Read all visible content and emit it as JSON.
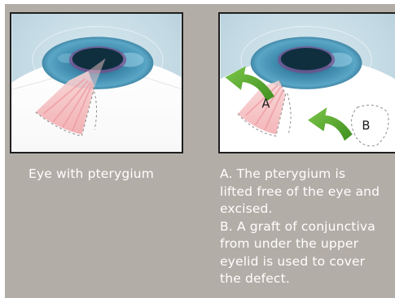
{
  "colors": {
    "background": "#b3ada7",
    "panel_border": "#1f1f1f",
    "iris": "#4a93b4",
    "pterygium": "#f3b9bc",
    "arrow": "#5fb02f",
    "caption_text": "#ffffff"
  },
  "icons": [
    "eye-illustration",
    "curved-arrow-icon"
  ],
  "panels": [
    {
      "caption": "Eye with pterygium"
    },
    {
      "label_a": "A",
      "label_b": "B",
      "caption_lines": [
        "A. The pterygium is",
        "lifted free of the eye and",
        "excised.",
        "B. A graft of conjunctiva",
        "from under the upper",
        "eyelid is used to cover",
        "the defect."
      ]
    }
  ]
}
